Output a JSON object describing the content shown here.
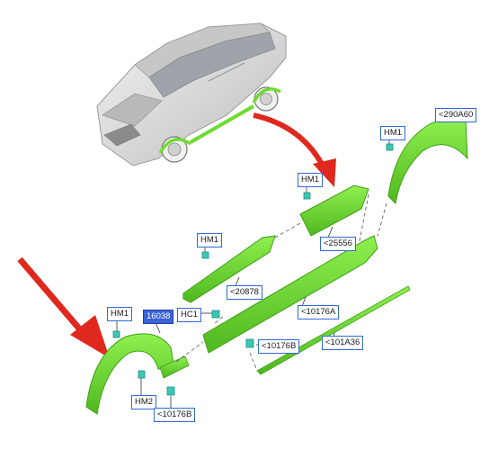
{
  "labels": {
    "hm1_a": "HM1",
    "hm1_b": "HM1",
    "hm1_c": "HM1",
    "hm1_d": "HM1",
    "hm2": "HM2",
    "hc1": "HC1",
    "code_290a60": "<290A60",
    "code_25556": "<25556",
    "code_20878": "<20878",
    "code_10176a": "<10176A",
    "code_10176b_a": "<10176B",
    "code_10176b_b": "<10176B",
    "code_101a36": "<101A36",
    "code_16038": "16038"
  },
  "colors": {
    "part_green": "#6ddb2f",
    "part_green_dark": "#3f9e14",
    "clip_teal": "#3ec6b5",
    "arrow_red": "#e0281e",
    "callout_border": "#2e6bd6",
    "car_body": "#d8d8d8"
  }
}
